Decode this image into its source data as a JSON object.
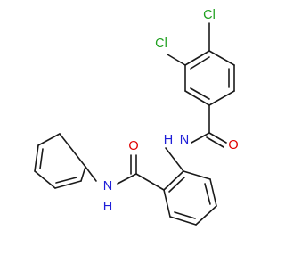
{
  "atom_labels": {
    "cl_upper": "Cl",
    "cl_lower": "Cl",
    "o_amide_right": "O",
    "n_amide_right": "N",
    "h_amide_right": "H",
    "o_amide_left": "O",
    "n_amide_left": "N",
    "h_amide_left": "H"
  },
  "colors": {
    "bond": "#1a1a1a",
    "chlorine": "#1fa01f",
    "oxygen": "#e00000",
    "nitrogen": "#1f1fd8",
    "background": "#ffffff"
  }
}
